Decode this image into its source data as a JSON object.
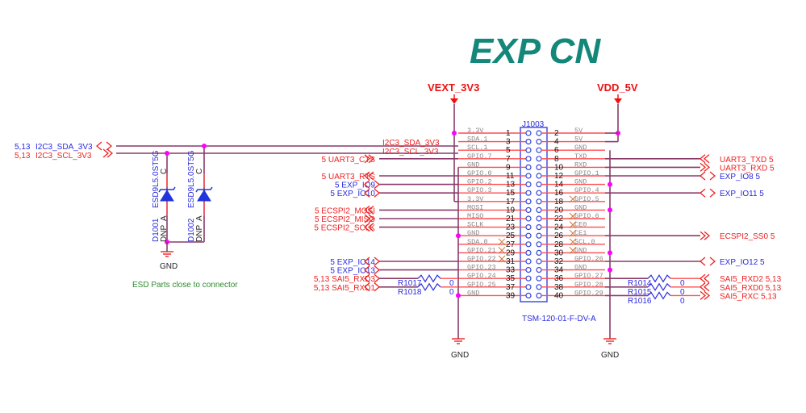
{
  "title": "EXP CN",
  "power": {
    "vext": "VEXT_3V3",
    "vdd": "VDD_5V"
  },
  "connector": {
    "ref": "J1003",
    "part": "TSM-120-01-F-DV-A",
    "left_pins": [
      {
        "num": "1",
        "name": "3.3V"
      },
      {
        "num": "3",
        "name": "SDA.1"
      },
      {
        "num": "5",
        "name": "SCL.1"
      },
      {
        "num": "7",
        "name": "GPIO.7"
      },
      {
        "num": "9",
        "name": "GND"
      },
      {
        "num": "11",
        "name": "GPIO.0"
      },
      {
        "num": "13",
        "name": "GPIO.2"
      },
      {
        "num": "15",
        "name": "GPIO.3"
      },
      {
        "num": "17",
        "name": "3.3V"
      },
      {
        "num": "19",
        "name": "MOSI"
      },
      {
        "num": "21",
        "name": "MISO"
      },
      {
        "num": "23",
        "name": "SCLK"
      },
      {
        "num": "25",
        "name": "GND"
      },
      {
        "num": "27",
        "name": "SDA.0"
      },
      {
        "num": "29",
        "name": "GPIO.21"
      },
      {
        "num": "31",
        "name": "GPIO.22"
      },
      {
        "num": "33",
        "name": "GPIO.23"
      },
      {
        "num": "35",
        "name": "GPIO.24"
      },
      {
        "num": "37",
        "name": "GPIO.25"
      },
      {
        "num": "39",
        "name": "GND"
      }
    ],
    "right_pins": [
      {
        "num": "2",
        "name": "5V"
      },
      {
        "num": "4",
        "name": "5V"
      },
      {
        "num": "6",
        "name": "GND"
      },
      {
        "num": "8",
        "name": "TXD"
      },
      {
        "num": "10",
        "name": "RXD"
      },
      {
        "num": "12",
        "name": "GPIO.1"
      },
      {
        "num": "14",
        "name": "GND"
      },
      {
        "num": "16",
        "name": "GPIO.4"
      },
      {
        "num": "18",
        "name": "GPIO.5"
      },
      {
        "num": "20",
        "name": "GND"
      },
      {
        "num": "22",
        "name": "GPIO.6"
      },
      {
        "num": "24",
        "name": "CE0"
      },
      {
        "num": "26",
        "name": "CE1"
      },
      {
        "num": "28",
        "name": "SCL.0"
      },
      {
        "num": "30",
        "name": "GND"
      },
      {
        "num": "32",
        "name": "GPIO.26"
      },
      {
        "num": "34",
        "name": "GND"
      },
      {
        "num": "36",
        "name": "GPIO.27"
      },
      {
        "num": "38",
        "name": "GPIO.28"
      },
      {
        "num": "40",
        "name": "GPIO.29"
      }
    ]
  },
  "i2c_nets": [
    {
      "page": "5,13",
      "name": "I2C3_SDA_3V3",
      "color": "blue"
    },
    {
      "page": "5,13",
      "name": "I2C3_SCL_3V3",
      "color": "red"
    }
  ],
  "wire_labels": {
    "sda": "I2C3_SDA_3V3",
    "scl": "I2C3_SCL_3V3"
  },
  "left_nets": [
    {
      "label": "5 UART3_CTS",
      "color": "red"
    },
    {
      "label": "5 UART3_RTS",
      "color": "red"
    },
    {
      "label": "5 EXP_IO9",
      "color": "blue"
    },
    {
      "label": "5 EXP_IO10",
      "color": "blue"
    },
    {
      "label": "5 ECSPI2_MOSI",
      "color": "red"
    },
    {
      "label": "5 ECSPI2_MISO",
      "color": "red"
    },
    {
      "label": "5 ECSPI2_SCLK",
      "color": "red"
    },
    {
      "label": "5 EXP_IO14",
      "color": "blue"
    },
    {
      "label": "5 EXP_IO13",
      "color": "blue"
    },
    {
      "label": "5,13 SAI5_RXD3",
      "color": "red"
    },
    {
      "label": "5,13 SAI5_RXD1",
      "color": "red"
    }
  ],
  "right_nets": [
    {
      "label": "UART3_TXD 5",
      "color": "red"
    },
    {
      "label": "UART3_RXD 5",
      "color": "red"
    },
    {
      "label": "EXP_IO8 5",
      "color": "blue"
    },
    {
      "label": "EXP_IO11 5",
      "color": "blue"
    },
    {
      "label": "ECSPI2_SS0 5",
      "color": "red"
    },
    {
      "label": "EXP_IO12 5",
      "color": "blue"
    },
    {
      "label": "SAI5_RXD2 5,13",
      "color": "red"
    },
    {
      "label": "SAI5_RXD0 5,13",
      "color": "red"
    },
    {
      "label": "SAI5_RXC 5,13",
      "color": "red"
    }
  ],
  "resistors": {
    "left": [
      {
        "ref": "R1017",
        "value": "0"
      },
      {
        "ref": "R1018",
        "value": "0"
      }
    ],
    "right": [
      {
        "ref": "R1014",
        "value": "0"
      },
      {
        "ref": "R1015",
        "value": "0"
      },
      {
        "ref": "R1016",
        "value": "0"
      }
    ]
  },
  "diodes": [
    {
      "ref": "D1001",
      "part": "ESD9L5.0ST5G",
      "dnp": "DNP",
      "anode": "A",
      "cathode": "C"
    },
    {
      "ref": "D1002",
      "part": "ESD9L5.0ST5G",
      "dnp": "DNP",
      "anode": "A",
      "cathode": "C"
    }
  ],
  "gnd_label": "GND",
  "note": "ESD Parts close to connector"
}
